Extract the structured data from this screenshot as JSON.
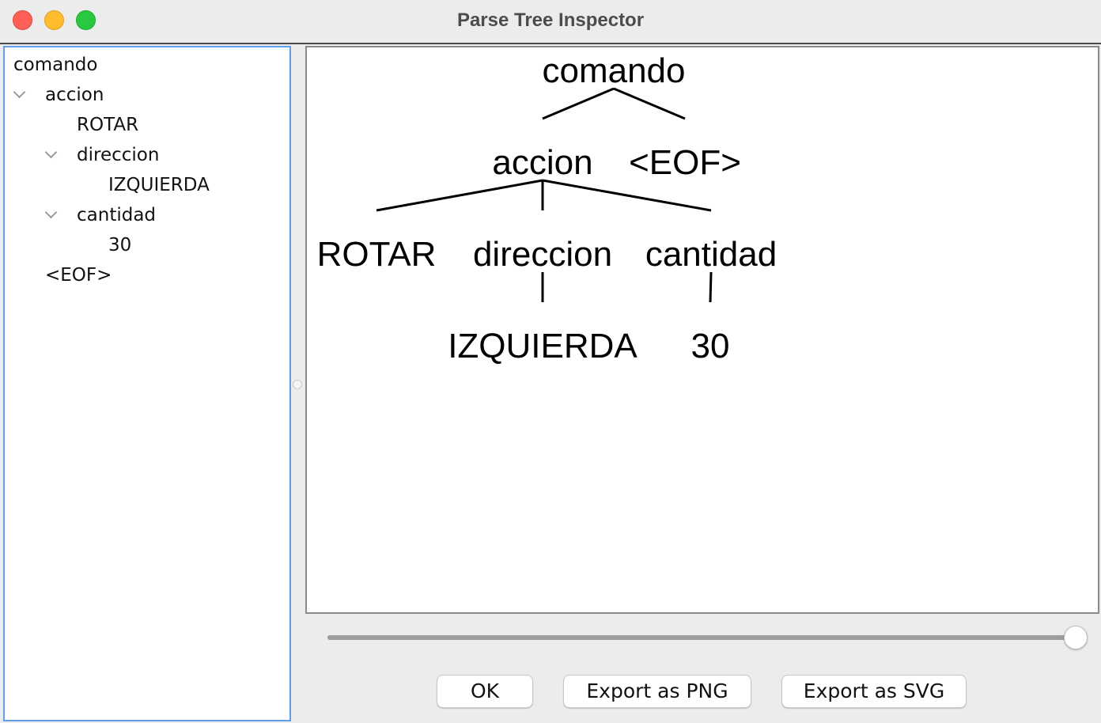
{
  "window": {
    "title": "Parse Tree Inspector",
    "controls": [
      "close",
      "minimize",
      "zoom"
    ]
  },
  "tree_view": {
    "rows": [
      {
        "label": "comando",
        "depth": 0,
        "expanded": null
      },
      {
        "label": "accion",
        "depth": 1,
        "expanded": true
      },
      {
        "label": "ROTAR",
        "depth": 2,
        "expanded": null
      },
      {
        "label": "direccion",
        "depth": 2,
        "expanded": true
      },
      {
        "label": "IZQUIERDA",
        "depth": 3,
        "expanded": null
      },
      {
        "label": "cantidad",
        "depth": 2,
        "expanded": true
      },
      {
        "label": "30",
        "depth": 3,
        "expanded": null
      },
      {
        "label": "<EOF>",
        "depth": 1,
        "expanded": null
      }
    ]
  },
  "parse_tree": {
    "nodes": [
      {
        "id": "comando",
        "label": "comando"
      },
      {
        "id": "accion",
        "label": "accion"
      },
      {
        "id": "eof",
        "label": "<EOF>"
      },
      {
        "id": "rotar",
        "label": "ROTAR"
      },
      {
        "id": "direccion",
        "label": "direccion"
      },
      {
        "id": "cantidad",
        "label": "cantidad"
      },
      {
        "id": "izquierda",
        "label": "IZQUIERDA"
      },
      {
        "id": "n30",
        "label": "30"
      }
    ],
    "edges": [
      [
        "comando",
        "accion"
      ],
      [
        "comando",
        "eof"
      ],
      [
        "accion",
        "rotar"
      ],
      [
        "accion",
        "direccion"
      ],
      [
        "accion",
        "cantidad"
      ],
      [
        "direccion",
        "izquierda"
      ],
      [
        "cantidad",
        "n30"
      ]
    ]
  },
  "zoom_slider": {
    "value_fraction": 1.0
  },
  "buttons": {
    "ok": "OK",
    "export_png": "Export as PNG",
    "export_svg": "Export as SVG"
  },
  "colors": {
    "close": "#fe5f57",
    "minimize": "#febc2e",
    "zoom": "#28c840",
    "focus_border": "#5fa0e8"
  }
}
